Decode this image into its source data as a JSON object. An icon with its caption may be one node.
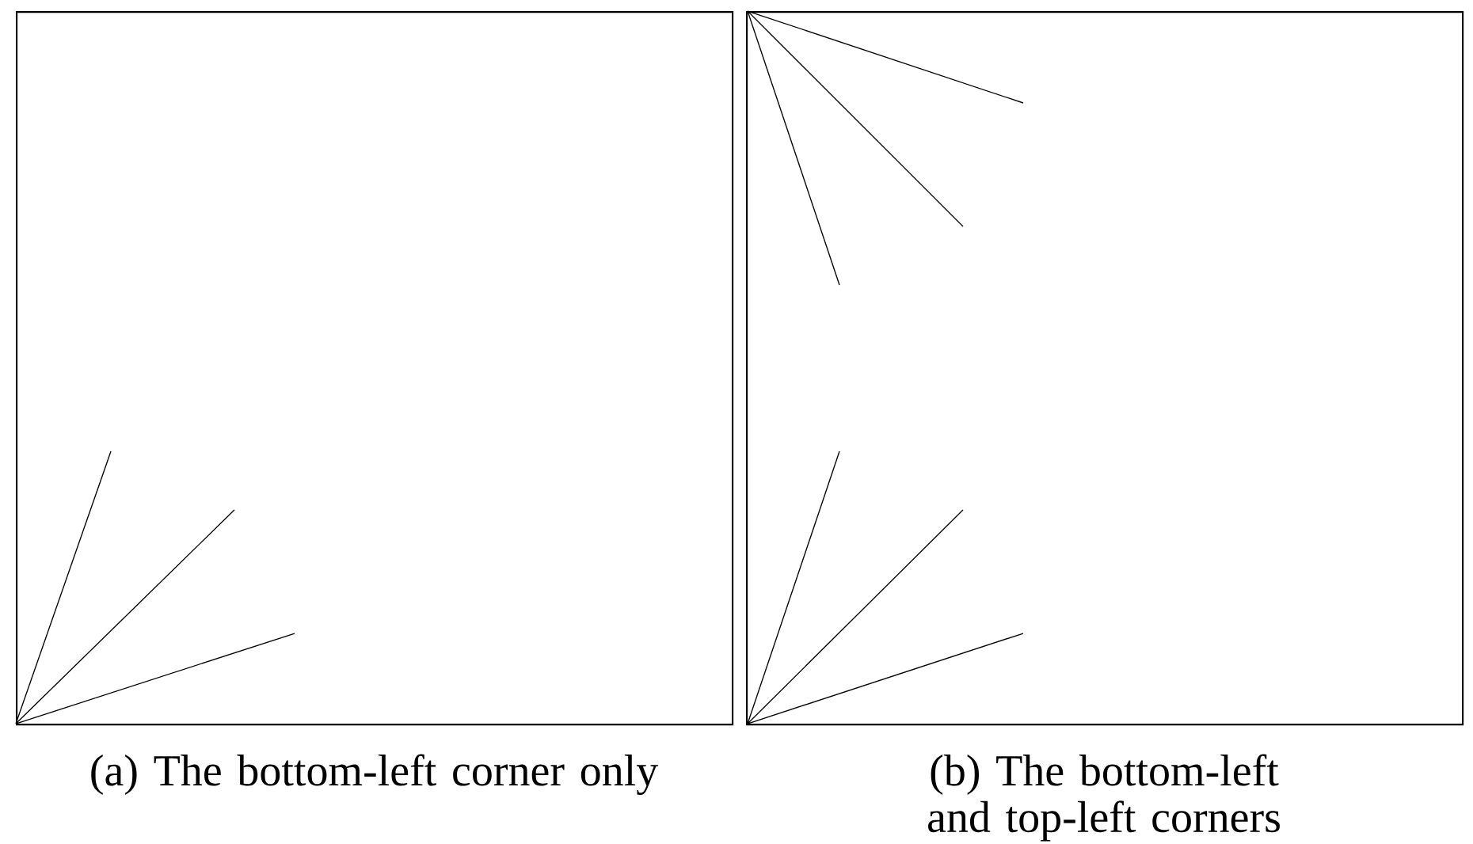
{
  "diagram": {
    "nodes": [
      {
        "text": [],
        "shape": "box"
      },
      {
        "text": [],
        "shape": "box"
      }
    ],
    "labels": [
      "(a) The bottom-left corner only",
      "(b) The bottom-left and top-left corners"
    ]
  }
}
